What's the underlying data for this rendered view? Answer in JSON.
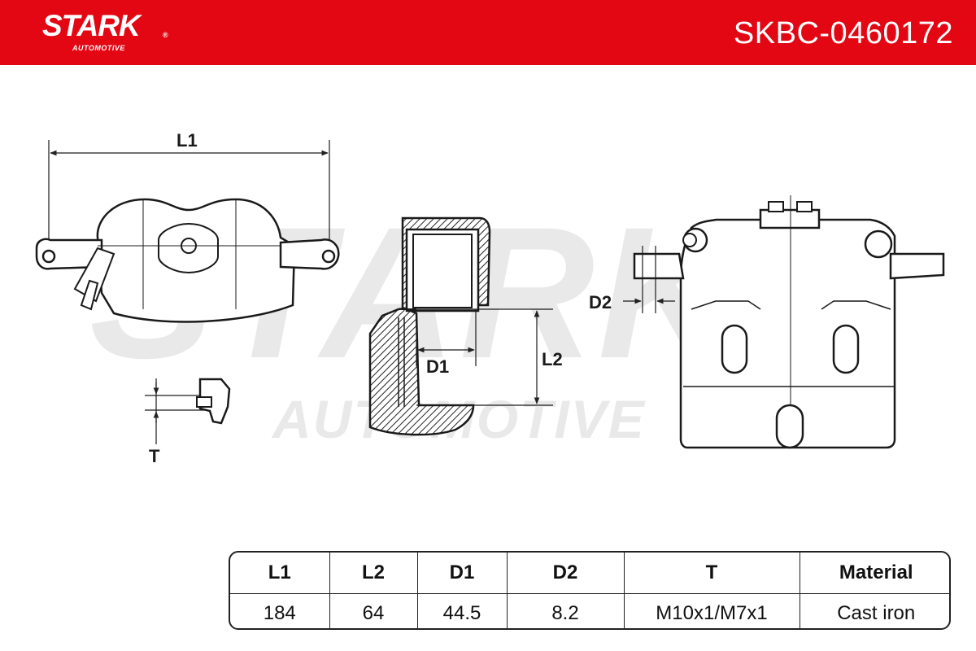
{
  "header": {
    "brand_name": "STARK",
    "brand_reg": "®",
    "brand_sub": "AUTOMOTIVE",
    "part_number": "SKBC-0460172",
    "bg_color": "#e30613"
  },
  "watermark": {
    "main": "STARK",
    "sub": "AUTOMOTIVE"
  },
  "dimensions": {
    "l1": "L1",
    "l2": "L2",
    "d1": "D1",
    "d2": "D2",
    "t": "T"
  },
  "spec_table": {
    "headers": [
      "L1",
      "L2",
      "D1",
      "D2",
      "T",
      "Material"
    ],
    "values": [
      "184",
      "64",
      "44.5",
      "8.2",
      "M10x1/M7x1",
      "Cast iron"
    ]
  }
}
